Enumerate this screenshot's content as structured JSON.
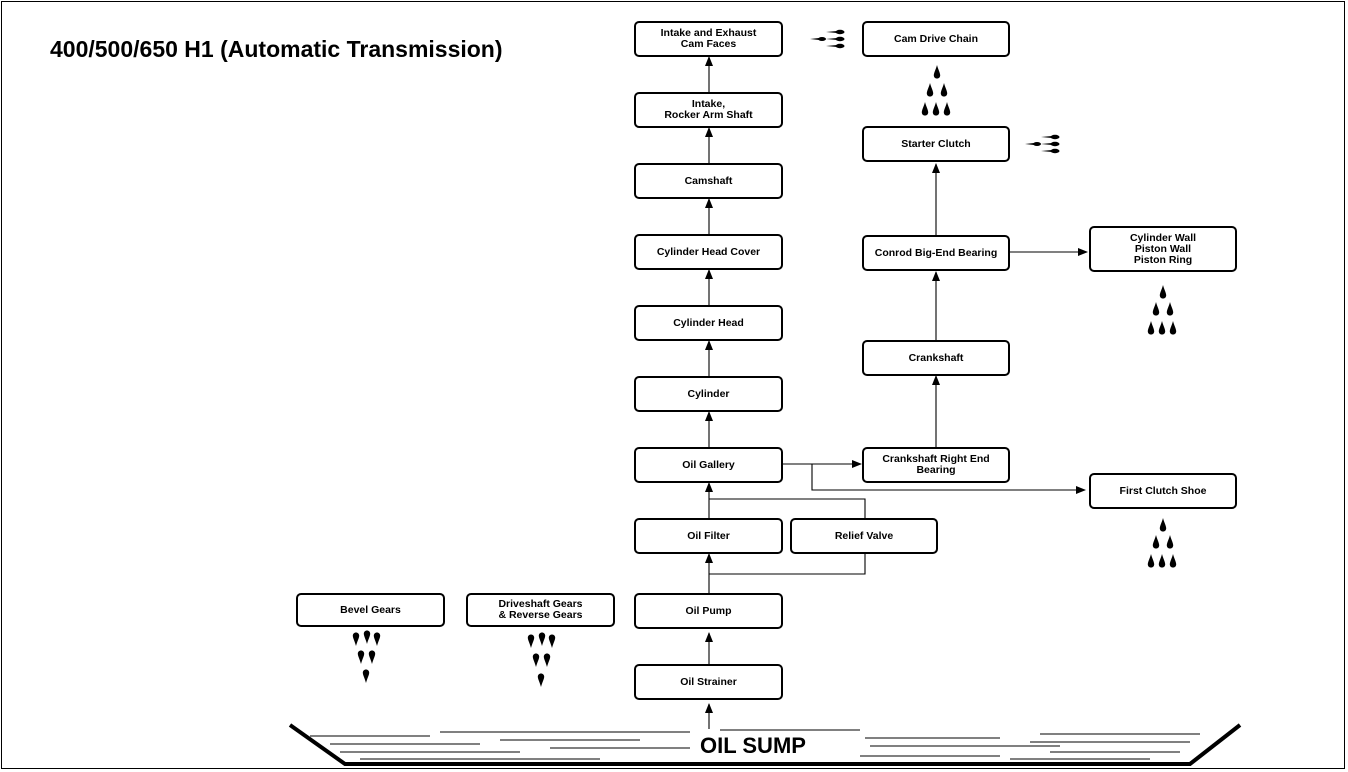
{
  "title": "400/500/650 H1 (Automatic Transmission)",
  "nodes": {
    "cam_faces": "Intake and Exhaust\nCam Faces",
    "cam_drive_chain": "Cam Drive Chain",
    "rocker_arm_shaft": "Intake,\nRocker Arm Shaft",
    "starter_clutch": "Starter Clutch",
    "camshaft": "Camshaft",
    "cylinder_head_cover": "Cylinder Head Cover",
    "conrod_big_end": "Conrod Big-End Bearing",
    "cylinder_wall": "Cylinder Wall\nPiston Wall\nPiston Ring",
    "cylinder_head": "Cylinder Head",
    "crankshaft": "Crankshaft",
    "cylinder": "Cylinder",
    "oil_gallery": "Oil Gallery",
    "crankshaft_right_end": "Crankshaft Right End\nBearing",
    "first_clutch_shoe": "First Clutch Shoe",
    "oil_filter": "Oil Filter",
    "relief_valve": "Relief Valve",
    "bevel_gears": "Bevel Gears",
    "driveshaft_gears": "Driveshaft Gears\n& Reverse Gears",
    "oil_pump": "Oil Pump",
    "oil_strainer": "Oil Strainer"
  },
  "sump_label": "OIL SUMP",
  "colors": {
    "line": "#000000",
    "background": "#ffffff"
  },
  "icons": {
    "oil_drip": "oil-drops-icon",
    "oil_spray": "oil-spray-icon"
  }
}
